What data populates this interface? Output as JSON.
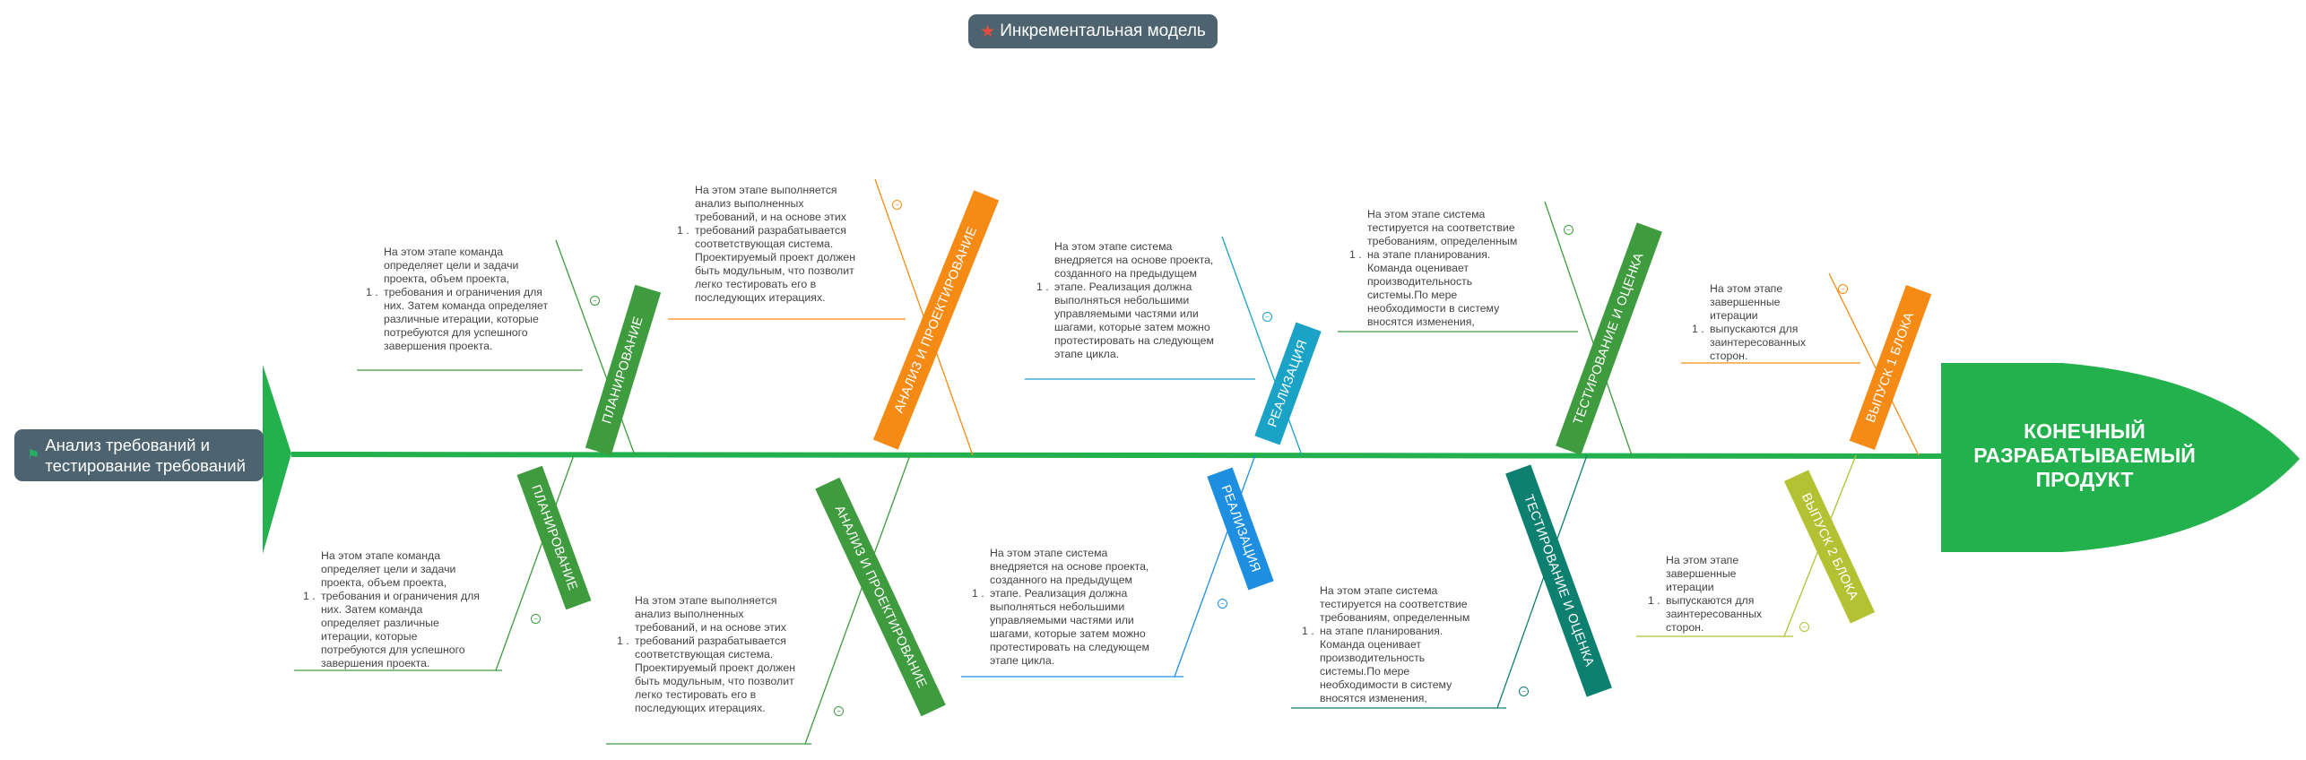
{
  "title": "Инкрементальная модель",
  "root": "Анализ требований и тестирование требований",
  "head": "КОНЕЧНЫЙ РАЗРАБАТЫВАЕМЫЙ ПРОДУКТ",
  "icons": {
    "title": "star-icon",
    "root": "flag-icon"
  },
  "colors": {
    "spine": "#22b14c",
    "green": "#3e9b3e",
    "orange": "#f58b14",
    "cyan": "#1aa3c7",
    "blue": "#1e8fe0",
    "teal": "#0e8070",
    "lime": "#b2c232"
  },
  "branches": [
    {
      "label": "ПЛАНИРОВАНИЕ",
      "color": "green",
      "num": "1 .",
      "text": "На этом этапе команда определяет цели и задачи проекта,  объем проекта, требования и ограничения для них. Затем команда определяет различные итерации, которые потребуются для успешного завершения проекта."
    },
    {
      "label": "АНАЛИЗ И ПРОЕКТИРОВАНИЕ",
      "color": "orange",
      "num": "1 .",
      "text": "На этом этапе выполняется анализ выполненных требований, и на основе этих требований разрабатывается соответствующая система. Проектируемый проект должен быть модульным, что позволит легко  тестировать его в последующих итерациях."
    },
    {
      "label": "РЕАЛИЗАЦИЯ",
      "color": "cyan",
      "num": "1 .",
      "text": "На этом этапе система внедряется на основе проекта, созданного на предыдущем этапе. Реализация должна выполняться небольшими управляемыми частями или шагами, которые затем можно протестировать на следующем этапе цикла."
    },
    {
      "label": "ТЕСТИРОВАНИЕ И ОЦЕНКА",
      "color": "green",
      "num": "1 .",
      "text": "На этом этапе система тестируется на соответствие требованиям, определенным на этапе планирования. Команда оценивает производительность системы.По мере необходимости в систему вносятся изменения,"
    },
    {
      "label": "ВЫПУСК 1 БЛОКА",
      "color": "orange",
      "num": "1 .",
      "text": "На этом этапе завершенные итерации выпускаются для заинтересованных сторон."
    },
    {
      "label": "ПЛАНИРОВАНИЕ",
      "color": "green",
      "num": "1 .",
      "text": "На этом этапе команда определяет цели и задачи проекта,  объем проекта, требования и ограничения для них. Затем команда определяет различные итерации, которые потребуются для успешного завершения проекта."
    },
    {
      "label": "АНАЛИЗ И ПРОЕКТИРОВАНИЕ",
      "color": "green",
      "num": "1 .",
      "text": "На этом этапе выполняется анализ выполненных требований, и на основе этих требований разрабатывается соответствующая система. Проектируемый проект должен быть модульным, что позволит легко тестировать его в последующих итерациях."
    },
    {
      "label": "РЕАЛИЗАЦИЯ",
      "color": "blue",
      "num": "1 .",
      "text": "На этом этапе система внедряется на основе проекта, созданного на предыдущем этапе. Реализация должна выполняться небольшими управляемыми частями или шагами, которые затем можно протестировать на следующем этапе цикла."
    },
    {
      "label": "ТЕСТИРОВАНИЕ И ОЦЕНКА",
      "color": "teal",
      "num": "1 .",
      "text": "На этом этапе система тестируется на соответствие требованиям, определенным на этапе планирования. Команда оценивает производительность системы.По мере необходимости в систему вносятся изменения,"
    },
    {
      "label": "ВЫПУСК 2 БЛОКА",
      "color": "lime",
      "num": "1 .",
      "text": "На этом этапе завершенные итерации выпускаются для заинтересованных сторон."
    }
  ]
}
